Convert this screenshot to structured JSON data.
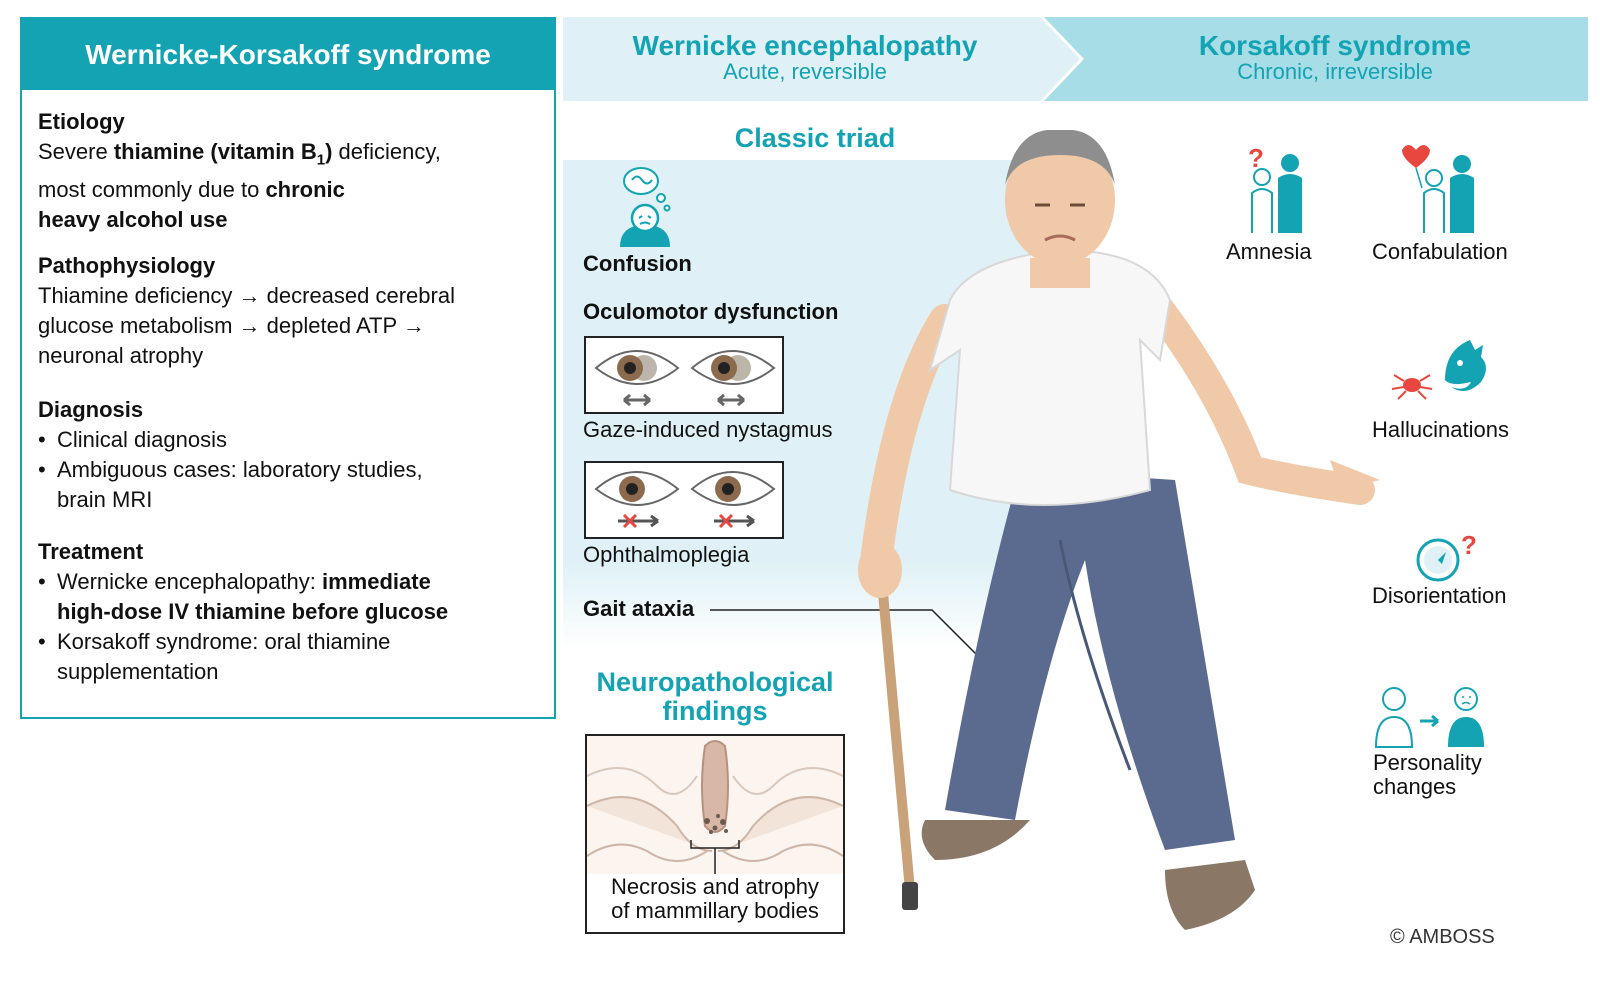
{
  "summary": {
    "title": "Wernicke-Korsakoff syndrome",
    "etiology": {
      "heading": "Etiology",
      "t1": "Severe ",
      "b1": "thiamine (vitamin B",
      "sub": "1",
      "b2": ")",
      "t2": " deficiency,",
      "t3": "most commonly due to ",
      "b3": "chronic",
      "b4": "heavy alcohol use"
    },
    "pathophysiology": {
      "heading": "Pathophysiology",
      "lines": [
        "Thiamine deficiency → decreased cerebral",
        "glucose metabolism → depleted ATP →",
        "neuronal atrophy"
      ]
    },
    "diagnosis": {
      "heading": "Diagnosis",
      "items": [
        "Clinical diagnosis",
        "Ambiguous cases: laboratory studies, brain MRI"
      ]
    },
    "treatment": {
      "heading": "Treatment",
      "item1_plain": "Wernicke encephalopathy: ",
      "item1_bold": "immediate high-dose IV thiamine before glucose",
      "item2": "Korsakoff syndrome: oral thiamine supplementation"
    }
  },
  "banner": {
    "wernicke_title": "Wernicke encephalopathy",
    "wernicke_sub": "Acute, reversible",
    "korsakoff_title": "Korsakoff syndrome",
    "korsakoff_sub": "Chronic, irreversible"
  },
  "triad": {
    "title": "Classic triad",
    "confusion": "Confusion",
    "oculomotor": "Oculomotor dysfunction",
    "nystagmus": "Gaze-induced nystagmus",
    "ophthalmoplegia": "Ophthalmoplegia",
    "gait": "Gait ataxia"
  },
  "neuro": {
    "title_line1": "Neuropathological",
    "title_line2": "findings",
    "caption_line1": "Necrosis and atrophy",
    "caption_line2": "of mammillary bodies"
  },
  "korsakoff": {
    "amnesia": "Amnesia",
    "confabulation": "Confabulation",
    "hallucinations": "Hallucinations",
    "disorientation": "Disorientation",
    "personality_line1": "Personality",
    "personality_line2": "changes"
  },
  "copyright": "© AMBOSS",
  "colors": {
    "teal": "#14a3b3",
    "light_teal": "#dff1f6",
    "mid_teal": "#a6dde6",
    "accent_red": "#e8473f"
  }
}
